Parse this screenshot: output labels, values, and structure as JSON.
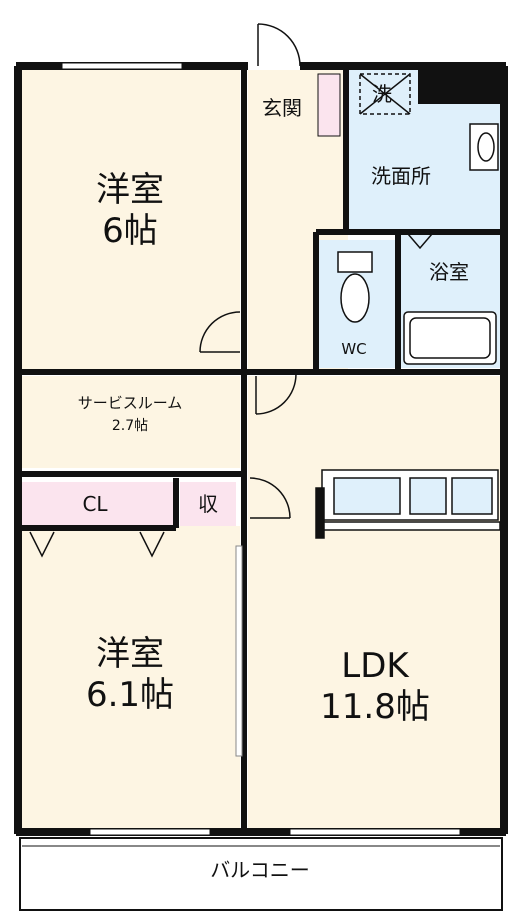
{
  "colors": {
    "floor": "#fdf5e3",
    "wet_area": "#dff0fb",
    "closet": "#fbe4ee",
    "wall": "#111111",
    "door": "#bdbdbd",
    "balcony": "#ffffff"
  },
  "rooms": {
    "western_room_1": {
      "name": "洋室",
      "size": "6帖"
    },
    "entrance": {
      "name": "玄関"
    },
    "washroom": {
      "name": "洗面所"
    },
    "washer": {
      "name": "洗"
    },
    "bathroom": {
      "name": "浴室"
    },
    "toilet": {
      "name": "WC"
    },
    "service_room": {
      "name": "サービスルーム",
      "size": "2.7帖"
    },
    "closet": {
      "name": "CL"
    },
    "storage": {
      "name": "収"
    },
    "western_room_2": {
      "name": "洋室",
      "size": "6.1帖"
    },
    "ldk": {
      "name": "LDK",
      "size": "11.8帖"
    },
    "balcony": {
      "name": "バルコニー"
    }
  }
}
